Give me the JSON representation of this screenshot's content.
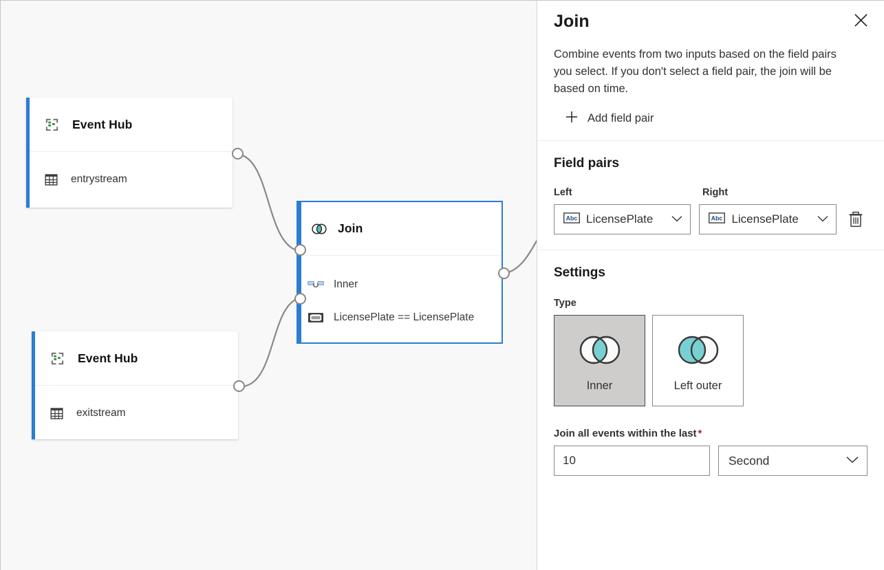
{
  "canvas": {
    "nodes": [
      {
        "id": "eventhub-1",
        "title": "Event Hub",
        "title_icon": "event-hub-icon",
        "row_label": "entrystream",
        "row_icon": "table-icon"
      },
      {
        "id": "eventhub-2",
        "title": "Event Hub",
        "title_icon": "event-hub-icon",
        "row_label": "exitstream",
        "row_icon": "table-icon"
      },
      {
        "id": "join",
        "title": "Join",
        "title_icon": "join-venn-icon",
        "row1_label": "Inner",
        "row1_icon": "join-type-icon",
        "row2_label": "LicensePlate == LicensePlate",
        "row2_icon": "field-pair-icon"
      }
    ],
    "accent_color": "#2b7cd3",
    "selected_border_color": "#2b7cd3",
    "background": "#f8f8f8"
  },
  "panel": {
    "title": "Join",
    "close_icon": "close-icon",
    "description": "Combine events from two inputs based on the field pairs you select. If you don't select a field pair, the join will be based on time.",
    "add_field_pair": {
      "icon": "plus-icon",
      "label": "Add field pair"
    },
    "field_pairs": {
      "heading": "Field pairs",
      "left_label": "Left",
      "right_label": "Right",
      "left_value": "LicensePlate",
      "right_value": "LicensePlate",
      "value_icon": "abc-string-icon",
      "chevron_icon": "chevron-down-icon",
      "delete_icon": "trash-icon"
    },
    "settings": {
      "heading": "Settings",
      "type_label": "Type",
      "types": [
        {
          "name": "Inner",
          "icon": "venn-inner-icon",
          "selected": true
        },
        {
          "name": "Left outer",
          "icon": "venn-left-outer-icon",
          "selected": false
        }
      ],
      "window": {
        "label": "Join all events within the last",
        "required_marker": "*",
        "value": "10",
        "unit": "Second",
        "chevron_icon": "chevron-down-icon"
      }
    },
    "accent_teal": "#4cc2c4",
    "required_color": "#a4262c"
  }
}
